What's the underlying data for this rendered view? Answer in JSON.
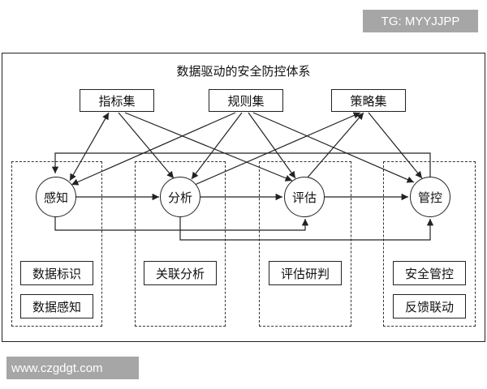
{
  "watermarks": {
    "top": "TG: MYYJJPP",
    "bottom": "www.czgdgt.com"
  },
  "diagram": {
    "title": "数据驱动的安全防控体系",
    "sets": {
      "indicator": "指标集",
      "rules": "规则集",
      "strategy": "策略集"
    },
    "nodes": {
      "perceive": "感知",
      "analyze": "分析",
      "evaluate": "评估",
      "control": "管控"
    },
    "capabilities": {
      "data_labeling": "数据标识",
      "data_perception": "数据感知",
      "correlation_analysis": "关联分析",
      "evaluation_research": "评估研判",
      "security_control": "安全管控",
      "feedback_linkage": "反馈联动"
    }
  },
  "colors": {
    "line": "#222222",
    "watermark_bg": "#a6a6a6",
    "watermark_text": "#ffffff"
  }
}
